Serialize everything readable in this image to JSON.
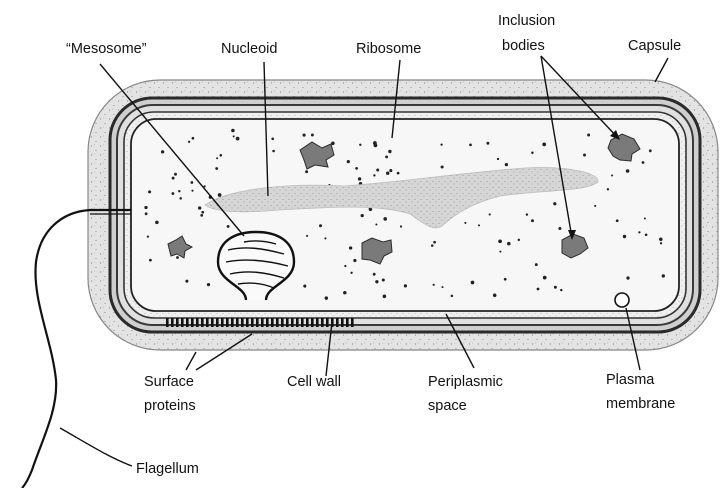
{
  "labels": {
    "mesosome": "“Mesosome”",
    "nucleoid": "Nucleoid",
    "ribosome": "Ribosome",
    "inclusion_line1": "Inclusion",
    "inclusion_line2": "bodies",
    "capsule": "Capsule",
    "surface_line1": "Surface",
    "surface_line2": "proteins",
    "cell_wall": "Cell wall",
    "periplasmic_line1": "Periplasmic",
    "periplasmic_line2": "space",
    "plasma_line1": "Plasma",
    "plasma_line2": "membrane",
    "flagellum": "Flagellum"
  }
}
